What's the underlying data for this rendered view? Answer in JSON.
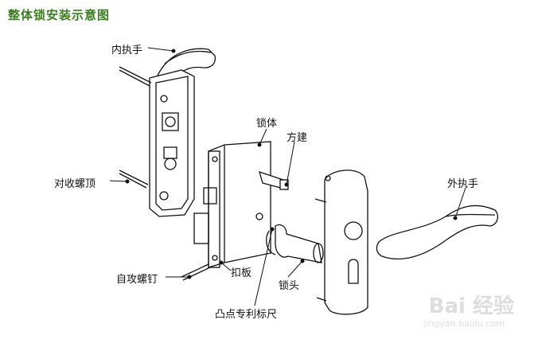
{
  "title": "整体锁安装示意图",
  "labels": {
    "inner_handle": "内执手",
    "lock_body": "锁体",
    "square_spindle": "方建",
    "outer_handle": "外执手",
    "through_bolt": "对收螺顶",
    "self_tapping_screw": "自攻螺钉",
    "strike_plate": "扣板",
    "cylinder": "锁头",
    "cam_ruler": "凸点专利标尺"
  },
  "watermark": {
    "brand": "Bai 经验",
    "url": "jingyan.baidu.com"
  }
}
